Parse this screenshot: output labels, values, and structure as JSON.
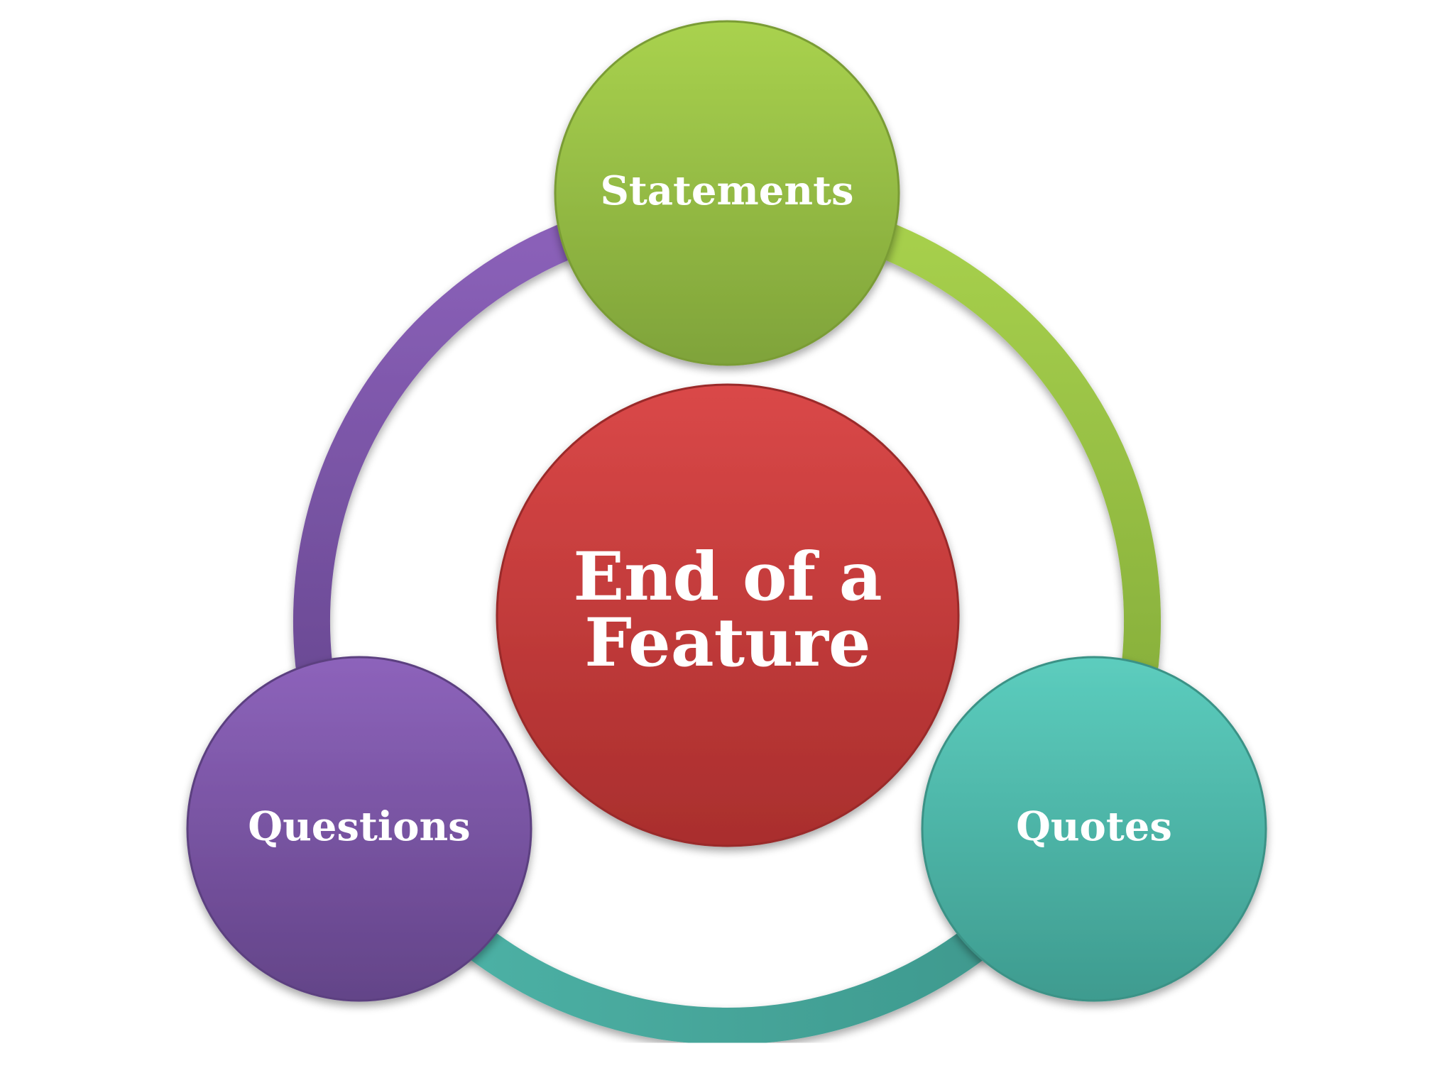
{
  "diagram": {
    "center": {
      "line1": "End of a",
      "line2": "Feature",
      "color": "#C43A37"
    },
    "nodes": [
      {
        "id": "statements",
        "label": "Statements",
        "color": "#93BB3F"
      },
      {
        "id": "questions",
        "label": "Questions",
        "color": "#7C55A3"
      },
      {
        "id": "quotes",
        "label": "Quotes",
        "color": "#4DB7AA"
      }
    ],
    "ring_colors": {
      "left": "#7B56A4",
      "right": "#9DC746",
      "bottom": "#4AA99D"
    }
  }
}
